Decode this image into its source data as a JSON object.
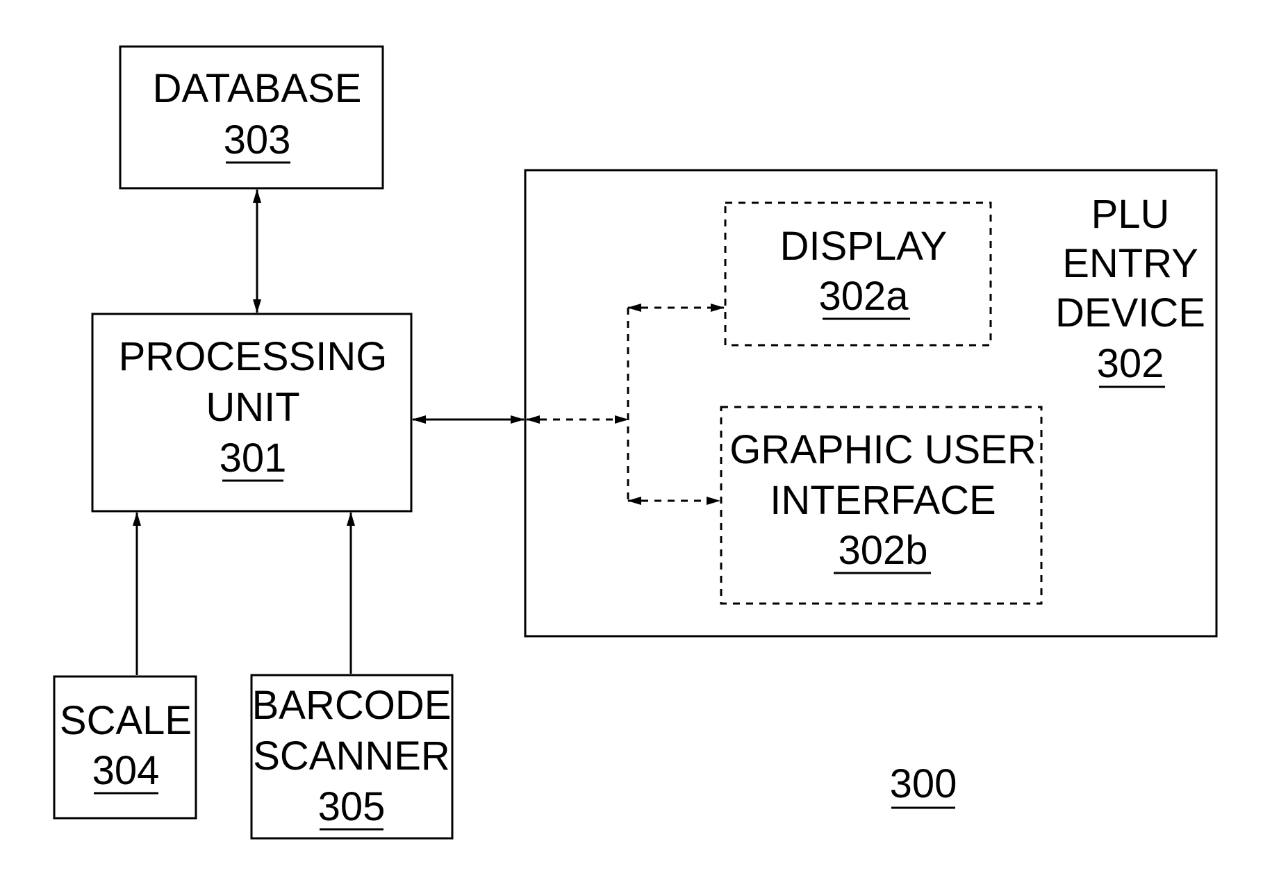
{
  "database": {
    "name": "DATABASE",
    "ref": "303"
  },
  "processing_unit": {
    "line1": "PROCESSING",
    "line2": "UNIT",
    "ref": "301"
  },
  "plu_entry_device": {
    "line1": "PLU",
    "line2": "ENTRY",
    "line3": "DEVICE",
    "ref": "302"
  },
  "display": {
    "name": "DISPLAY",
    "ref": "302a"
  },
  "gui": {
    "line1": "GRAPHIC USER",
    "line2": "INTERFACE",
    "ref": "302b"
  },
  "scale": {
    "name": "SCALE",
    "ref": "304"
  },
  "barcode_scanner": {
    "line1": "BARCODE",
    "line2": "SCANNER",
    "ref": "305"
  },
  "figure_ref": "300"
}
